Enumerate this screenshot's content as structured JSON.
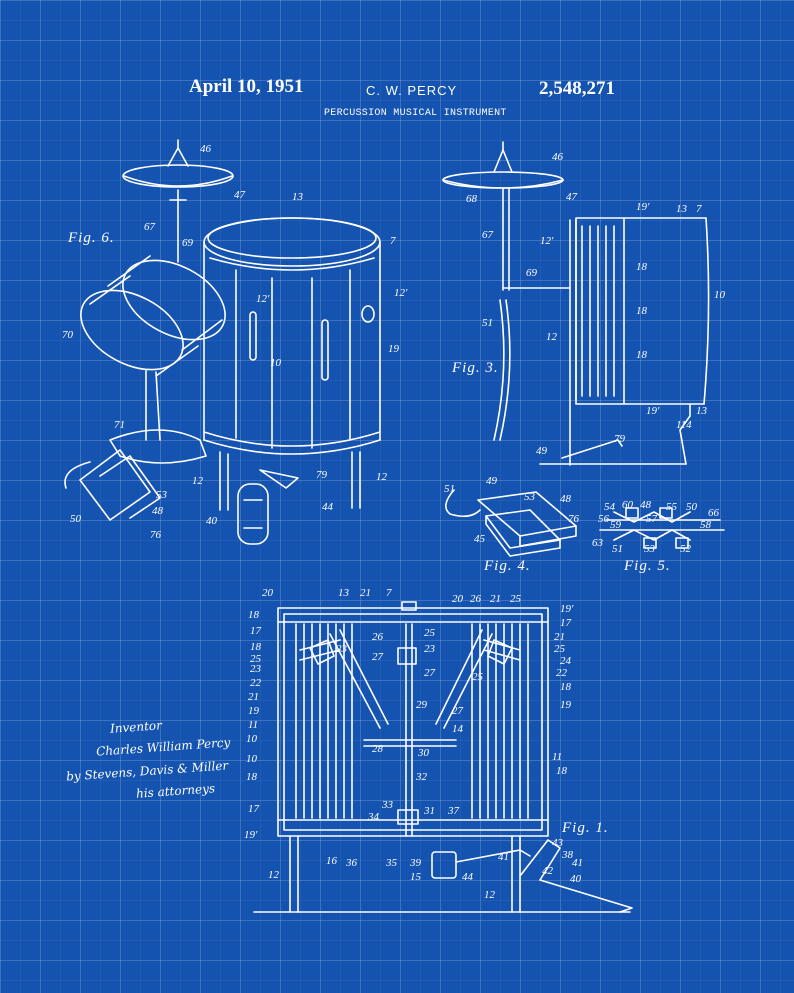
{
  "header": {
    "date": "April 10, 1951",
    "inventor": "C. W. PERCY",
    "patent_number": "2,548,271",
    "title": "PERCUSSION MUSICAL INSTRUMENT"
  },
  "figures": {
    "fig1": "Fig. 1.",
    "fig3": "Fig. 3.",
    "fig4": "Fig. 4.",
    "fig5": "Fig. 5.",
    "fig6": "Fig. 6."
  },
  "fig6_labels": [
    "46",
    "47",
    "13",
    "7",
    "67",
    "69",
    "12'",
    "12'",
    "19",
    "70",
    "10",
    "71",
    "79",
    "12",
    "12",
    "44",
    "40",
    "53",
    "48",
    "50",
    "76"
  ],
  "fig3_labels": [
    "46",
    "68",
    "47",
    "19'",
    "13",
    "7",
    "67",
    "12'",
    "69",
    "18",
    "10",
    "51",
    "12",
    "18",
    "18",
    "19'",
    "114",
    "13",
    "49",
    "79"
  ],
  "fig4_labels": [
    "51",
    "49",
    "53",
    "48",
    "76",
    "45"
  ],
  "fig5_labels": [
    "54",
    "60",
    "48",
    "55",
    "50",
    "66",
    "56",
    "59",
    "57",
    "58",
    "63",
    "51",
    "53",
    "52"
  ],
  "fig1_labels": [
    "20",
    "13",
    "21",
    "7",
    "20",
    "26",
    "21",
    "25",
    "19'",
    "18",
    "17",
    "26",
    "25",
    "17",
    "21",
    "18",
    "23",
    "23",
    "25",
    "27",
    "27",
    "24",
    "23",
    "22",
    "25",
    "25",
    "18",
    "22",
    "21",
    "19",
    "19",
    "11",
    "29",
    "27",
    "14",
    "10",
    "28",
    "30",
    "10",
    "11",
    "18",
    "32",
    "18",
    "33",
    "31",
    "37",
    "17",
    "34",
    "19'",
    "16",
    "36",
    "35",
    "39",
    "41",
    "43",
    "38",
    "12",
    "15",
    "44",
    "42",
    "41",
    "40",
    "12"
  ],
  "signature": {
    "line1": "Inventor",
    "line2": "Charles William Percy",
    "line3": "by Stevens, Davis & Miller",
    "line4": "his attorneys"
  },
  "colors": {
    "background": "#1553b0",
    "ink": "#ffffff"
  }
}
